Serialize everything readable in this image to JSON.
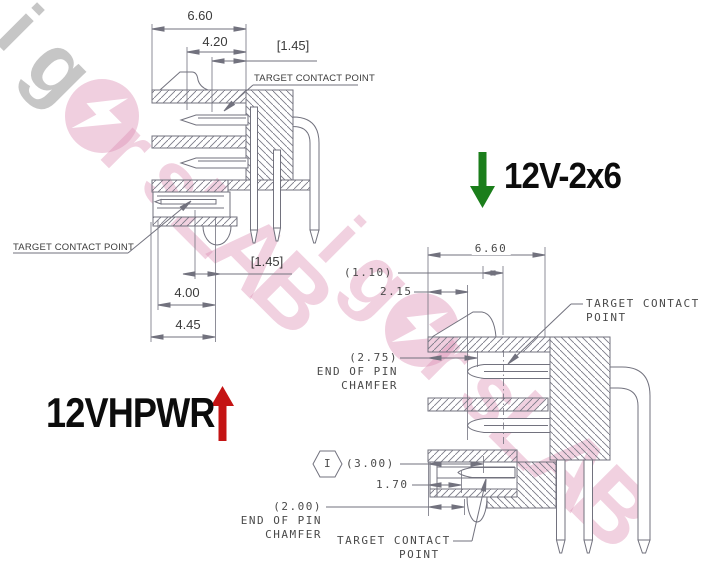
{
  "watermark": {
    "brand": "igorsLAB",
    "letters": {
      "i": "i",
      "g": "g",
      "r": "r",
      "s": "s",
      "L": "L",
      "A": "A",
      "B": "B"
    },
    "pink_color": "#db8db2",
    "gray_color": "#787878"
  },
  "hpwr": {
    "title": "12VHPWR",
    "arrow_direction": "up",
    "arrow_color": "#c41414",
    "dim_width_total": "6.60",
    "dim_width_inner": "4.20",
    "dim_contact_top": "[1.45]",
    "dim_contact_bottom": "[1.45]",
    "dim_bottom_inner": "4.00",
    "dim_bottom_outer": "4.45",
    "label_contact_top": "TARGET CONTACT POINT",
    "label_contact_bottom": "TARGET CONTACT POINT"
  },
  "h2x6": {
    "title": "12V-2x6",
    "arrow_direction": "down",
    "arrow_color": "#1b7e1b",
    "dim_width_total": "6.60",
    "dim_ref_110": "(1.10)",
    "dim_215": "2.15",
    "dim_ref_275": "(2.75)",
    "dim_ref_300": "(3.00)",
    "dim_170": "1.70",
    "dim_ref_200": "(2.00)",
    "hex_marker": "I",
    "label_contact_right_line1": "TARGET CONTACT",
    "label_contact_right_line2": "POINT",
    "label_chamfer_top_line1": "END OF PIN",
    "label_chamfer_top_line2": "CHAMFER",
    "label_chamfer_bottom_line1": "END OF PIN",
    "label_chamfer_bottom_line2": "CHAMFER",
    "label_contact_bottom_line1": "TARGET CONTACT",
    "label_contact_bottom_line2": "POINT"
  }
}
